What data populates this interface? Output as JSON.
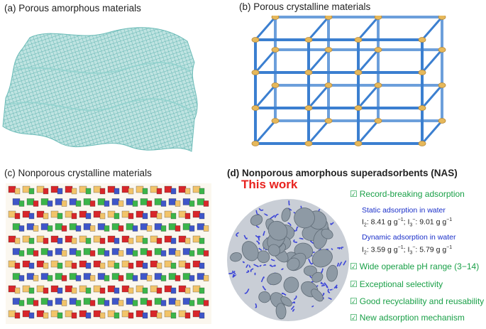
{
  "panels": {
    "a_title": "(a) Porous amorphous materials",
    "b_title": "(b) Porous crystalline materials",
    "c_title": "(c) Nonporous crystalline materials",
    "d_title": "(d) Nonporous amorphous superadsorbents (NAS)"
  },
  "callout": "This work",
  "features": {
    "f1": "Record-breaking adsorption",
    "static_heading": "Static adsorption in water",
    "static_i2": "I",
    "static_i2_val": ": 8.41 g g",
    "static_i3": "; I",
    "static_i3_val": ": 9.01 g g",
    "dynamic_heading": "Dynamic adsorption in water",
    "dynamic_i2_val": ": 3.59 g g",
    "dynamic_i3_val": ": 5.79 g g",
    "f2": "Wide operable pH range (3−14)",
    "f3": "Exceptional selectivity",
    "f4": "Good recyclability and reusability",
    "f5": "New adsorption mechanism"
  },
  "check_glyph": "☑",
  "colors": {
    "mesh": "#7cc8c4",
    "rod": "#3b7fd0",
    "node": "#e6b85a",
    "feature_green": "#1aa048",
    "heading_blue": "#1a2fc9",
    "this_work_red": "#e8231f",
    "disc_grey": "#8e9aa5",
    "linker_blue": "#3c45d8"
  }
}
